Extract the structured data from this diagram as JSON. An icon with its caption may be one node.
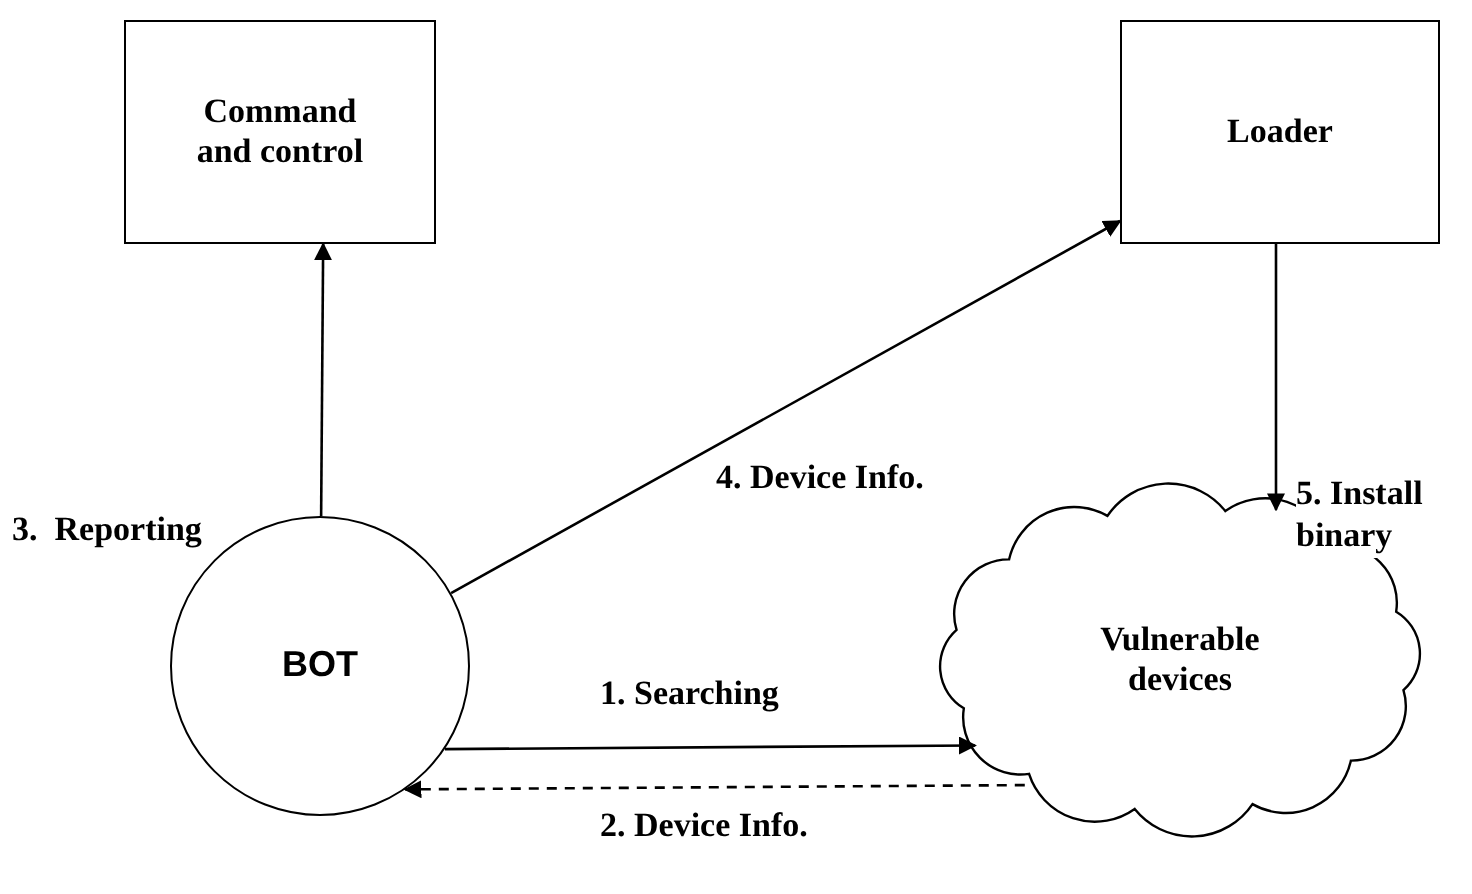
{
  "diagram": {
    "nodes": [
      {
        "text": [
          "Command and control"
        ]
      },
      {
        "text": [
          "Loader"
        ]
      },
      {
        "text": [
          "BOT"
        ]
      },
      {
        "text": [
          "Vulnerable devices"
        ]
      }
    ],
    "edges": [
      {
        "from": 2,
        "to": 3,
        "arrow": "to",
        "label": "1. Searching"
      },
      {
        "from": 3,
        "to": 2,
        "arrow": "to",
        "label": "2. Device Info.",
        "style": "dashed"
      },
      {
        "from": 2,
        "to": 0,
        "arrow": "to",
        "label": "3.  Reporting"
      },
      {
        "from": 2,
        "to": 1,
        "arrow": "to",
        "label": "4. Device Info."
      },
      {
        "from": 1,
        "to": 3,
        "arrow": "to",
        "label": "5. Install binary"
      }
    ]
  }
}
